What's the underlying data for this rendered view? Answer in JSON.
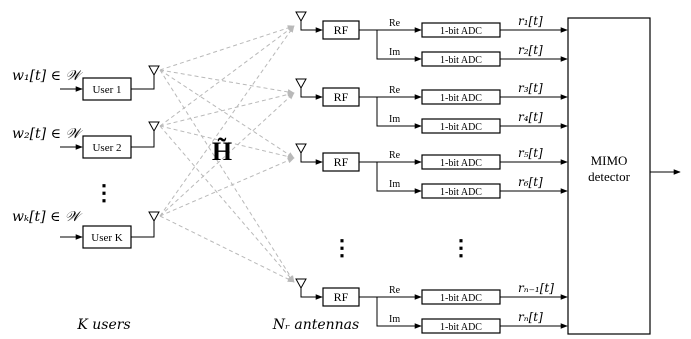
{
  "users": {
    "inputs": [
      "w₁[t] ∈ 𝒲",
      "w₂[t] ∈ 𝒲",
      "wₖ[t] ∈ 𝒲"
    ],
    "blocks": [
      "User 1",
      "User 2",
      "User K"
    ],
    "footer": "K users",
    "ellipsis": "⋮"
  },
  "channel": {
    "label": "H̃"
  },
  "receiver": {
    "rf_label": "RF",
    "re_label": "Re",
    "im_label": "Im",
    "adc_label": "1-bit ADC",
    "footer": "Nᵣ antennas",
    "ellipsis": "⋮",
    "outputs": [
      "r₁[t]",
      "r₂[t]",
      "r₃[t]",
      "r₄[t]",
      "r₅[t]",
      "r₆[t]",
      "rₙ₋₁[t]",
      "rₙ[t]"
    ]
  },
  "detector": {
    "line1": "MIMO",
    "line2": "detector"
  }
}
